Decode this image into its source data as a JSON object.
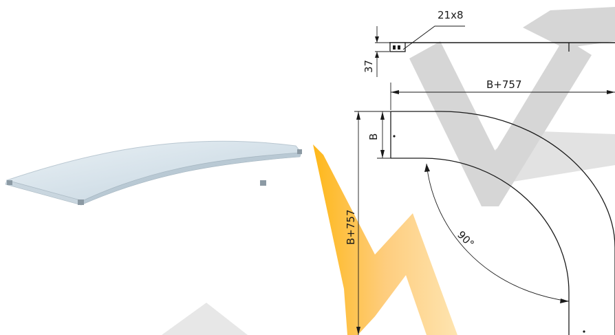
{
  "drawing": {
    "labels": {
      "hole": "21x8",
      "height": "37",
      "width_top": "B+757",
      "width_side": "B+757",
      "tray_width": "B",
      "angle": "90°"
    },
    "colors": {
      "line": "#1a1a1a",
      "sheet_metal_light": "#e6eef3",
      "sheet_metal_mid": "#c7d5de",
      "sheet_metal_edge": "#9fb0bb",
      "watermark_gray": "#c8c8c8",
      "watermark_orange": "#ffb34d",
      "watermark_yellow": "#ffd87a"
    }
  }
}
